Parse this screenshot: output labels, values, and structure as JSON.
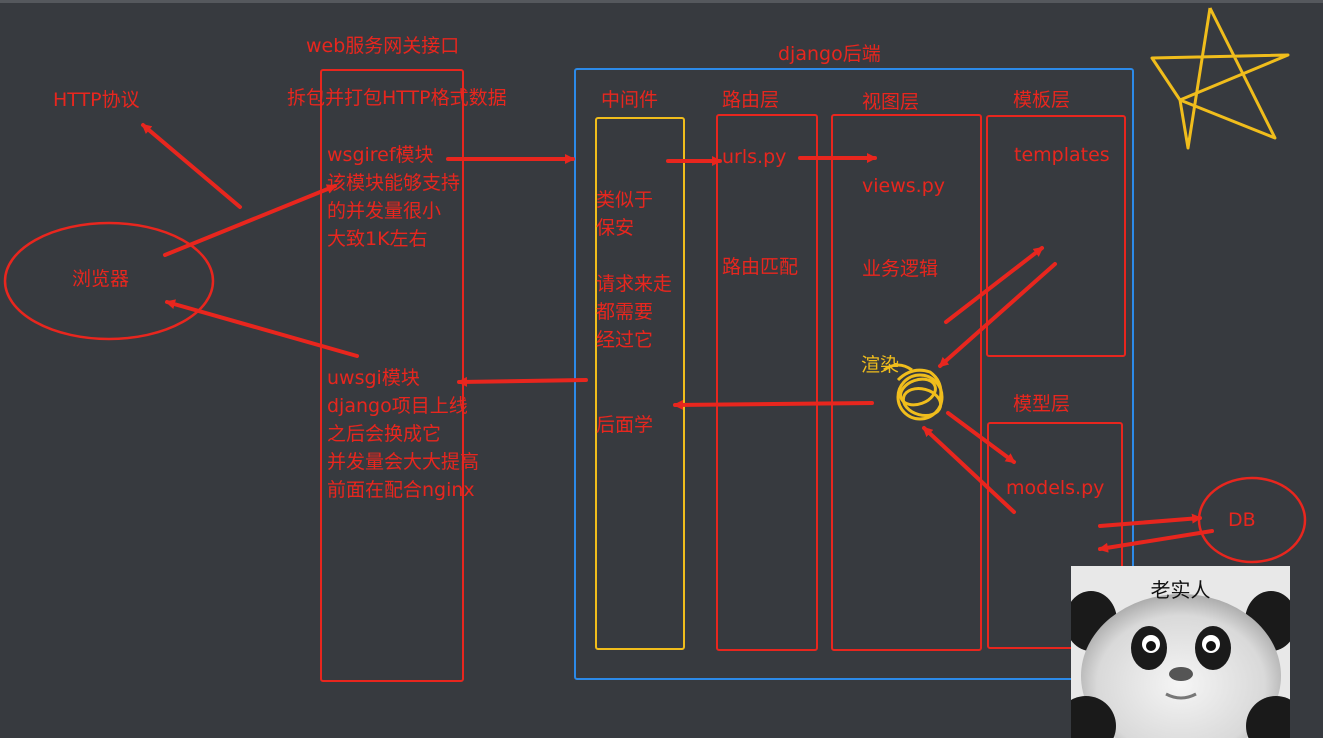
{
  "labels": {
    "gateway_title": "web服务网关接口",
    "gateway_subtitle": "拆包并打包HTTP格式数据",
    "http_protocol": "HTTP协议",
    "browser": "浏览器",
    "wsgiref": "wsgiref模块\n该模块能够支持\n的并发量很小\n大致1K左右",
    "uwsgi": "uwsgi模块\ndjango项目上线\n之后会换成它\n并发量会大大提高\n前面在配合nginx",
    "django_backend": "django后端",
    "middleware": "中间件",
    "middleware_desc": "类似于\n保安\n\n请求来走\n都需要\n经过它",
    "middleware_later": "后面学",
    "router_layer": "路由层",
    "urls_py": "urls.py",
    "route_match": "路由匹配",
    "view_layer": "视图层",
    "views_py": "views.py",
    "business_logic": "业务逻辑",
    "render": "渲染",
    "template_layer": "模板层",
    "templates": "templates",
    "model_layer": "模型层",
    "models_py": "models.py",
    "db": "DB",
    "meme_caption": "老实人"
  },
  "colors": {
    "background": "#373a3f",
    "red": "#e8261e",
    "blue": "#2c8ae8",
    "yellow": "#f0bd1c"
  },
  "icons": [
    "star-doodle",
    "scribble-ball",
    "panda-meme"
  ]
}
